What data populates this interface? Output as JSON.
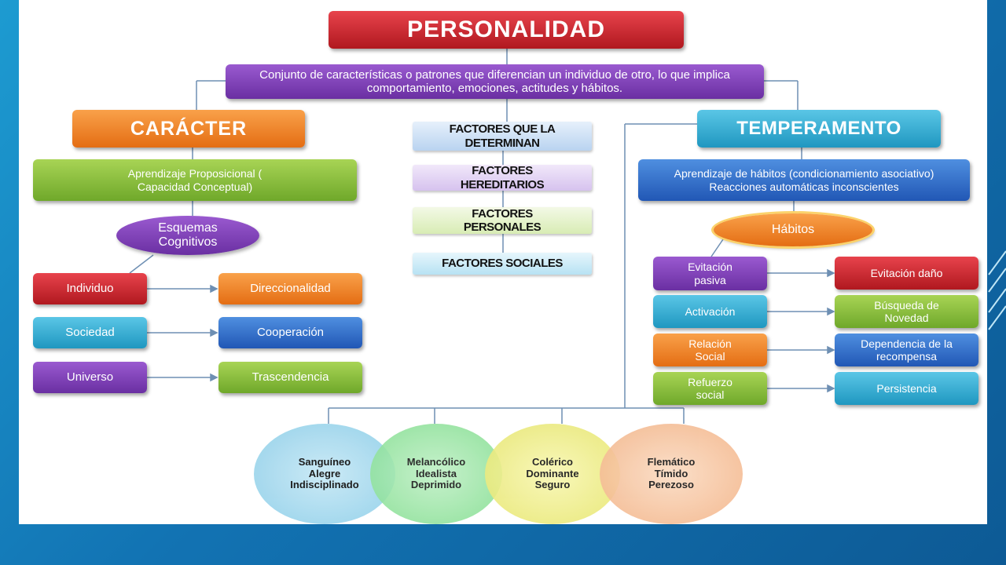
{
  "title": "PERSONALIDAD",
  "definition": "Conjunto de características o patrones que diferencian un individuo de otro, lo que implica comportamiento, emociones, actitudes y hábitos.",
  "caracter": {
    "title": "CARÁCTER",
    "aprendizaje": "Aprendizaje Proposicional ( Capacidad Conceptual)",
    "esquemas": "Esquemas Cognitivos",
    "rows": [
      {
        "left": "Individuo",
        "right": "Direccionalidad"
      },
      {
        "left": "Sociedad",
        "right": "Cooperación"
      },
      {
        "left": "Universo",
        "right": "Trascendencia"
      }
    ]
  },
  "factores": {
    "header": "FACTORES QUE LA DETERMINAN",
    "items": [
      "FACTORES HEREDITARIOS",
      "FACTORES PERSONALES",
      "FACTORES SOCIALES"
    ]
  },
  "temperamento": {
    "title": "TEMPERAMENTO",
    "aprendizaje": "Aprendizaje de hábitos (condicionamiento asociativo) Reacciones automáticas inconscientes",
    "habitos": "Hábitos",
    "rows": [
      {
        "left": "Evitación pasiva",
        "right": "Evitación daño"
      },
      {
        "left": "Activación",
        "right": "Búsqueda de Novedad"
      },
      {
        "left": "Relación Social",
        "right": "Dependencia de la recompensa"
      },
      {
        "left": "Refuerzo social",
        "right": "Persistencia"
      }
    ]
  },
  "tipos": [
    {
      "name": "Sanguíneo",
      "l1": "Alegre",
      "l2": "Indisciplinado"
    },
    {
      "name": "Melancólico",
      "l1": "Idealista",
      "l2": "Deprimido"
    },
    {
      "name": "Colérico",
      "l1": "Dominante",
      "l2": "Seguro"
    },
    {
      "name": "Flemático",
      "l1": "Tímido",
      "l2": "Perezoso"
    }
  ]
}
